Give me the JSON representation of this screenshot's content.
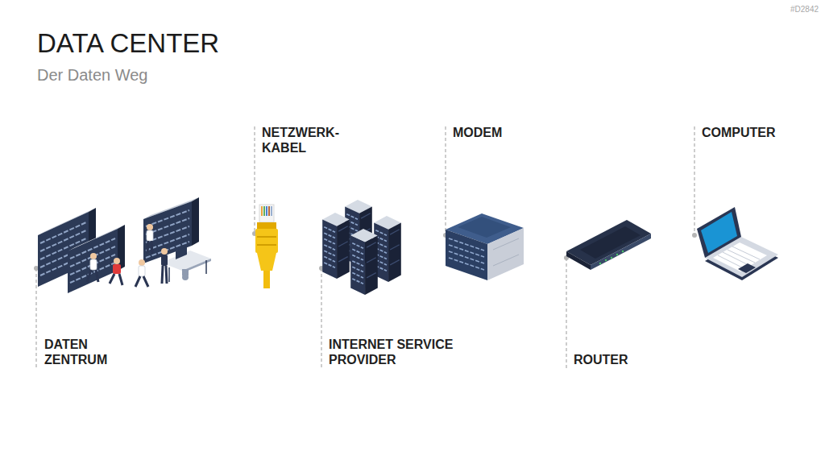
{
  "diagram": {
    "title": "DATA CENTER",
    "nodes": [
      {
        "text": [
          "DATEN ZENTRUM"
        ]
      },
      {
        "text": [
          "NETZWERK- KABEL"
        ]
      },
      {
        "text": [
          "INTERNET SERVICE PROVIDER"
        ]
      },
      {
        "text": [
          "MODEM"
        ]
      },
      {
        "text": [
          "ROUTER"
        ]
      },
      {
        "text": [
          "COMPUTER"
        ]
      }
    ],
    "labels": [
      "Der Daten Weg",
      "#D2842"
    ]
  }
}
